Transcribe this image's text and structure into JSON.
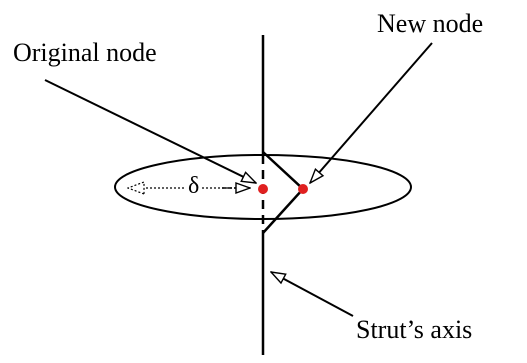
{
  "labels": {
    "original_node": "Original node",
    "new_node": "New node",
    "strut_axis": "Strut’s axis",
    "delta": "δ"
  },
  "colors": {
    "line": "#000000",
    "node": "#e02020",
    "background": "#ffffff"
  }
}
